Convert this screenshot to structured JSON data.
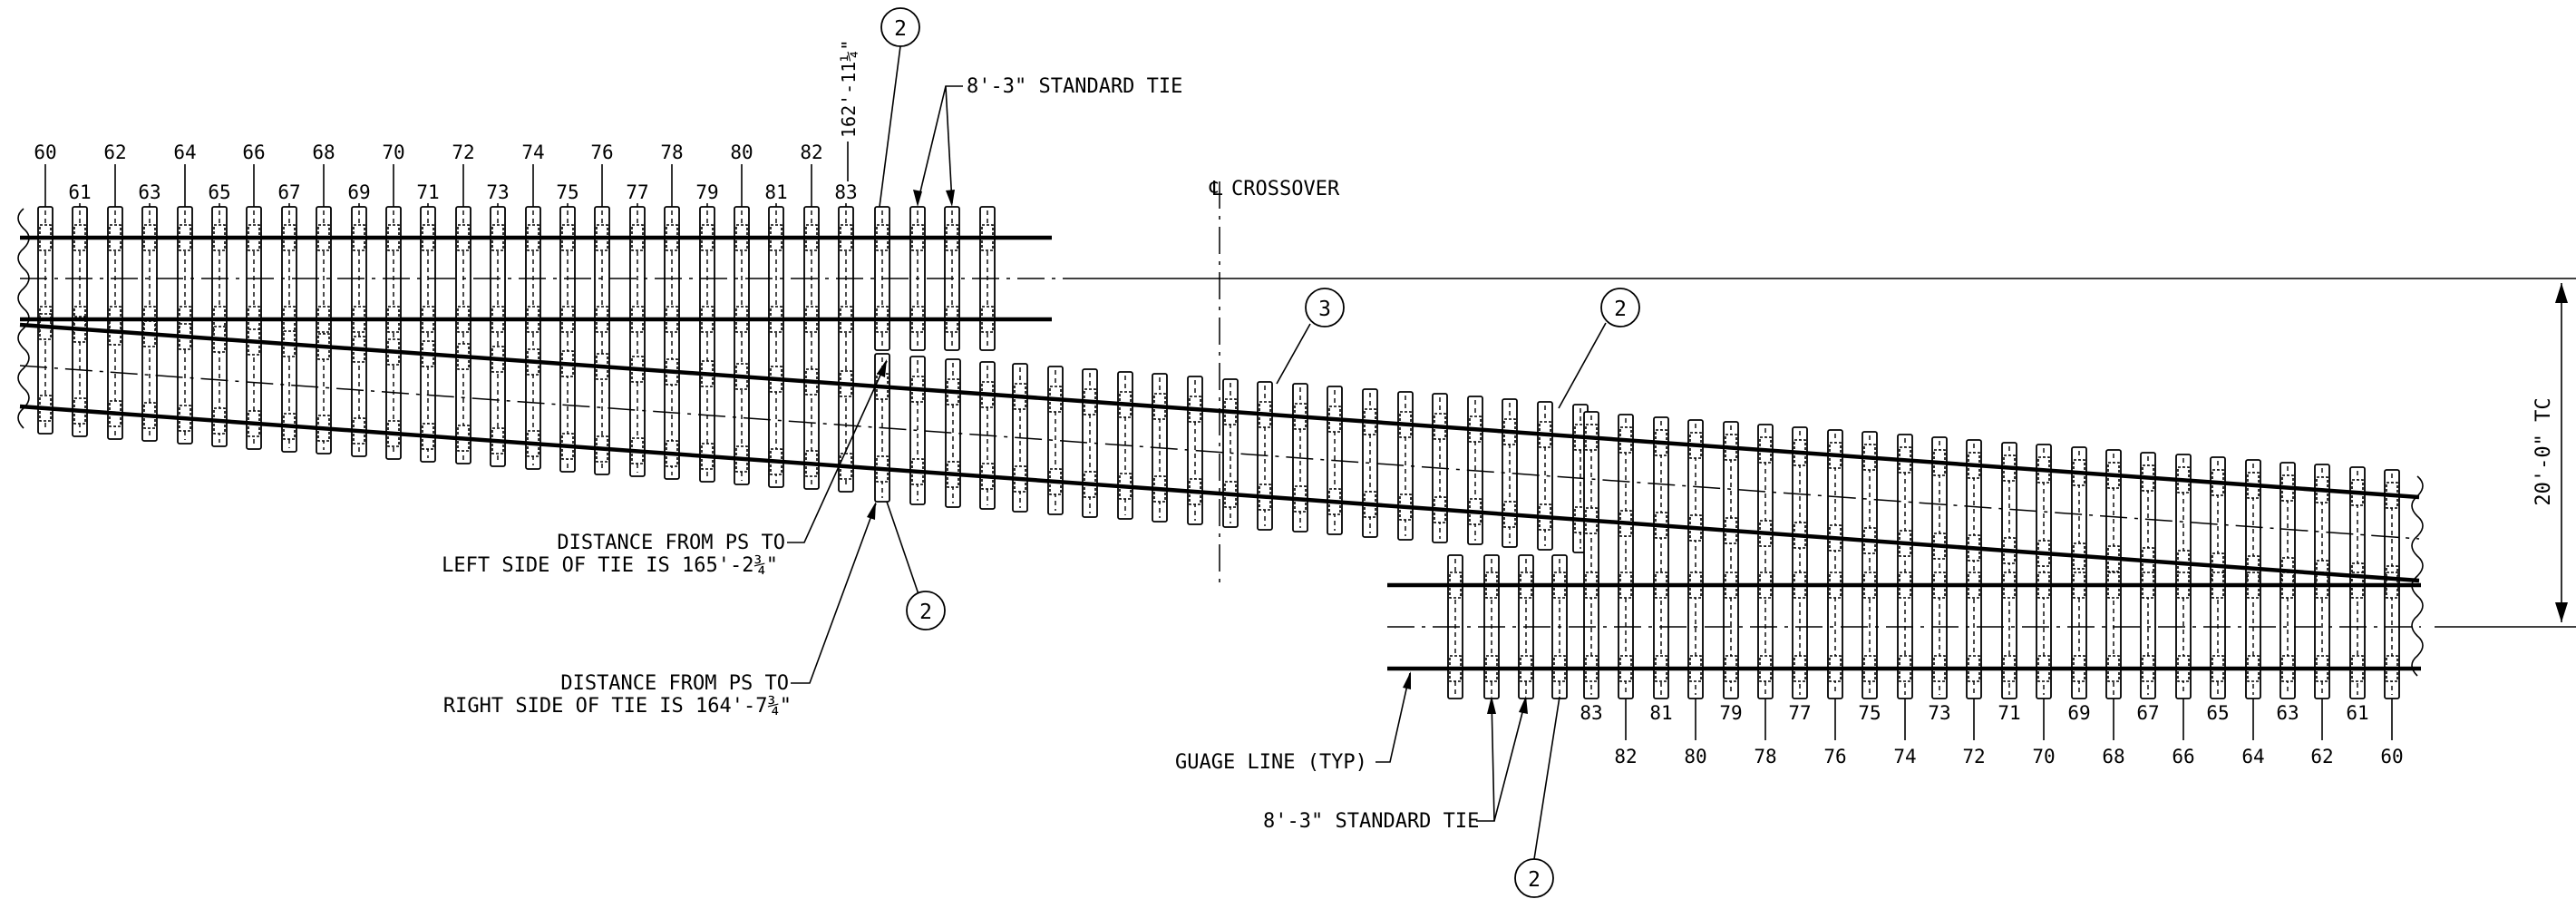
{
  "top_track": {
    "tie_numbers_upper": [
      "60",
      "62",
      "64",
      "66",
      "68",
      "70",
      "72",
      "74",
      "76",
      "78",
      "80",
      "82"
    ],
    "tie_numbers_lower": [
      "61",
      "63",
      "65",
      "67",
      "69",
      "71",
      "73",
      "75",
      "77",
      "79",
      "81",
      "83"
    ],
    "switch_tie_length": "162'-11¼\""
  },
  "bottom_track": {
    "tie_numbers_upper": [
      "83",
      "81",
      "79",
      "77",
      "75",
      "73",
      "71",
      "69",
      "67",
      "65",
      "63",
      "61"
    ],
    "tie_numbers_lower": [
      "82",
      "80",
      "78",
      "76",
      "74",
      "72",
      "70",
      "68",
      "66",
      "64",
      "62",
      "60"
    ]
  },
  "labels": {
    "standard_tie_top": "8'-3\" STANDARD TIE",
    "standard_tie_bottom": "8'-3\" STANDARD TIE",
    "crossover_symbol": "℄",
    "crossover": "CROSSOVER",
    "distance_left_line1": "DISTANCE FROM PS TO",
    "distance_left_line2": "LEFT SIDE OF TIE IS 165'-2¾\"",
    "distance_right_line1": "DISTANCE FROM PS TO",
    "distance_right_line2": "RIGHT SIDE OF TIE IS 164'-7¾\"",
    "gauge_line": "GUAGE LINE (TYP)",
    "track_centers": "20'-0\" TC"
  },
  "callouts": {
    "c_top": "2",
    "c_three": "3",
    "c_right": "2",
    "c_mid": "2",
    "c_bottom": "2"
  }
}
